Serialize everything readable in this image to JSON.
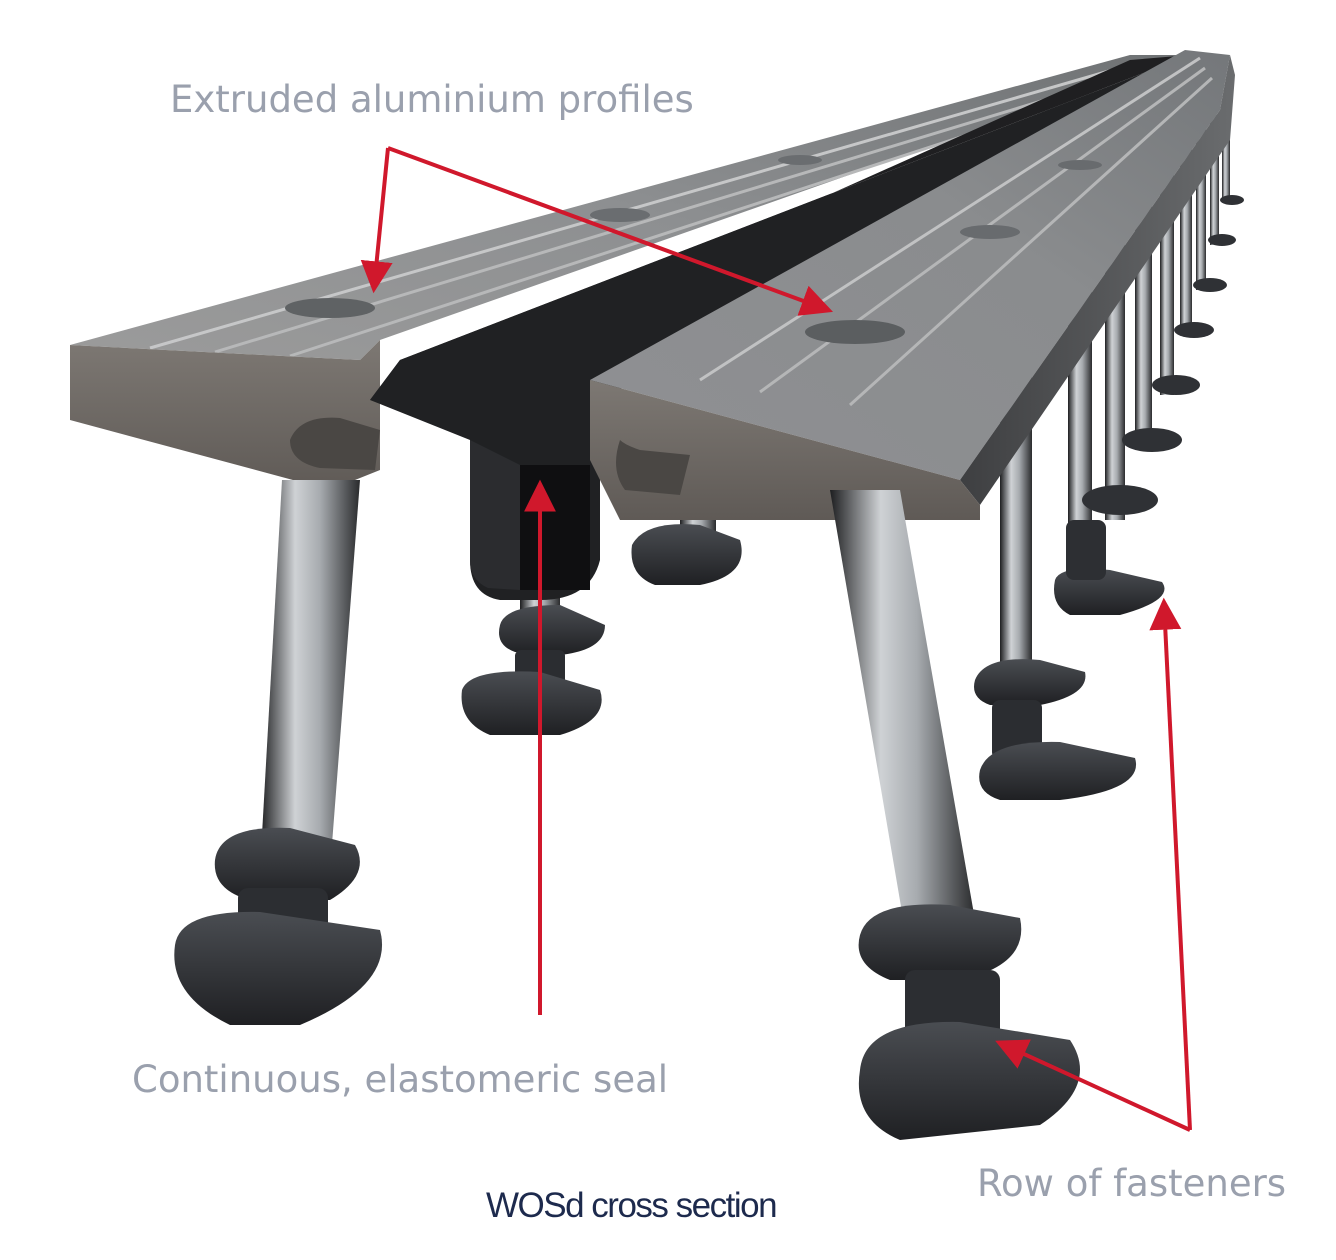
{
  "labels": {
    "profiles": "Extruded aluminium profiles",
    "seal": "Continuous, elastomeric seal",
    "fasteners": "Row of fasteners",
    "caption": "WOSd cross section"
  },
  "colors": {
    "label_gray": "#9aa0ad",
    "caption_navy": "#1d2a4d",
    "arrow_red": "#d0182c",
    "aluminium_top": "#8a8c8f",
    "aluminium_side": "#6f6a66",
    "seal_black": "#1b1b1d",
    "leg_silver": "#b9bcc0",
    "foot_dark": "#2e3034"
  },
  "icons": {
    "arrowhead": "arrowhead-icon"
  }
}
